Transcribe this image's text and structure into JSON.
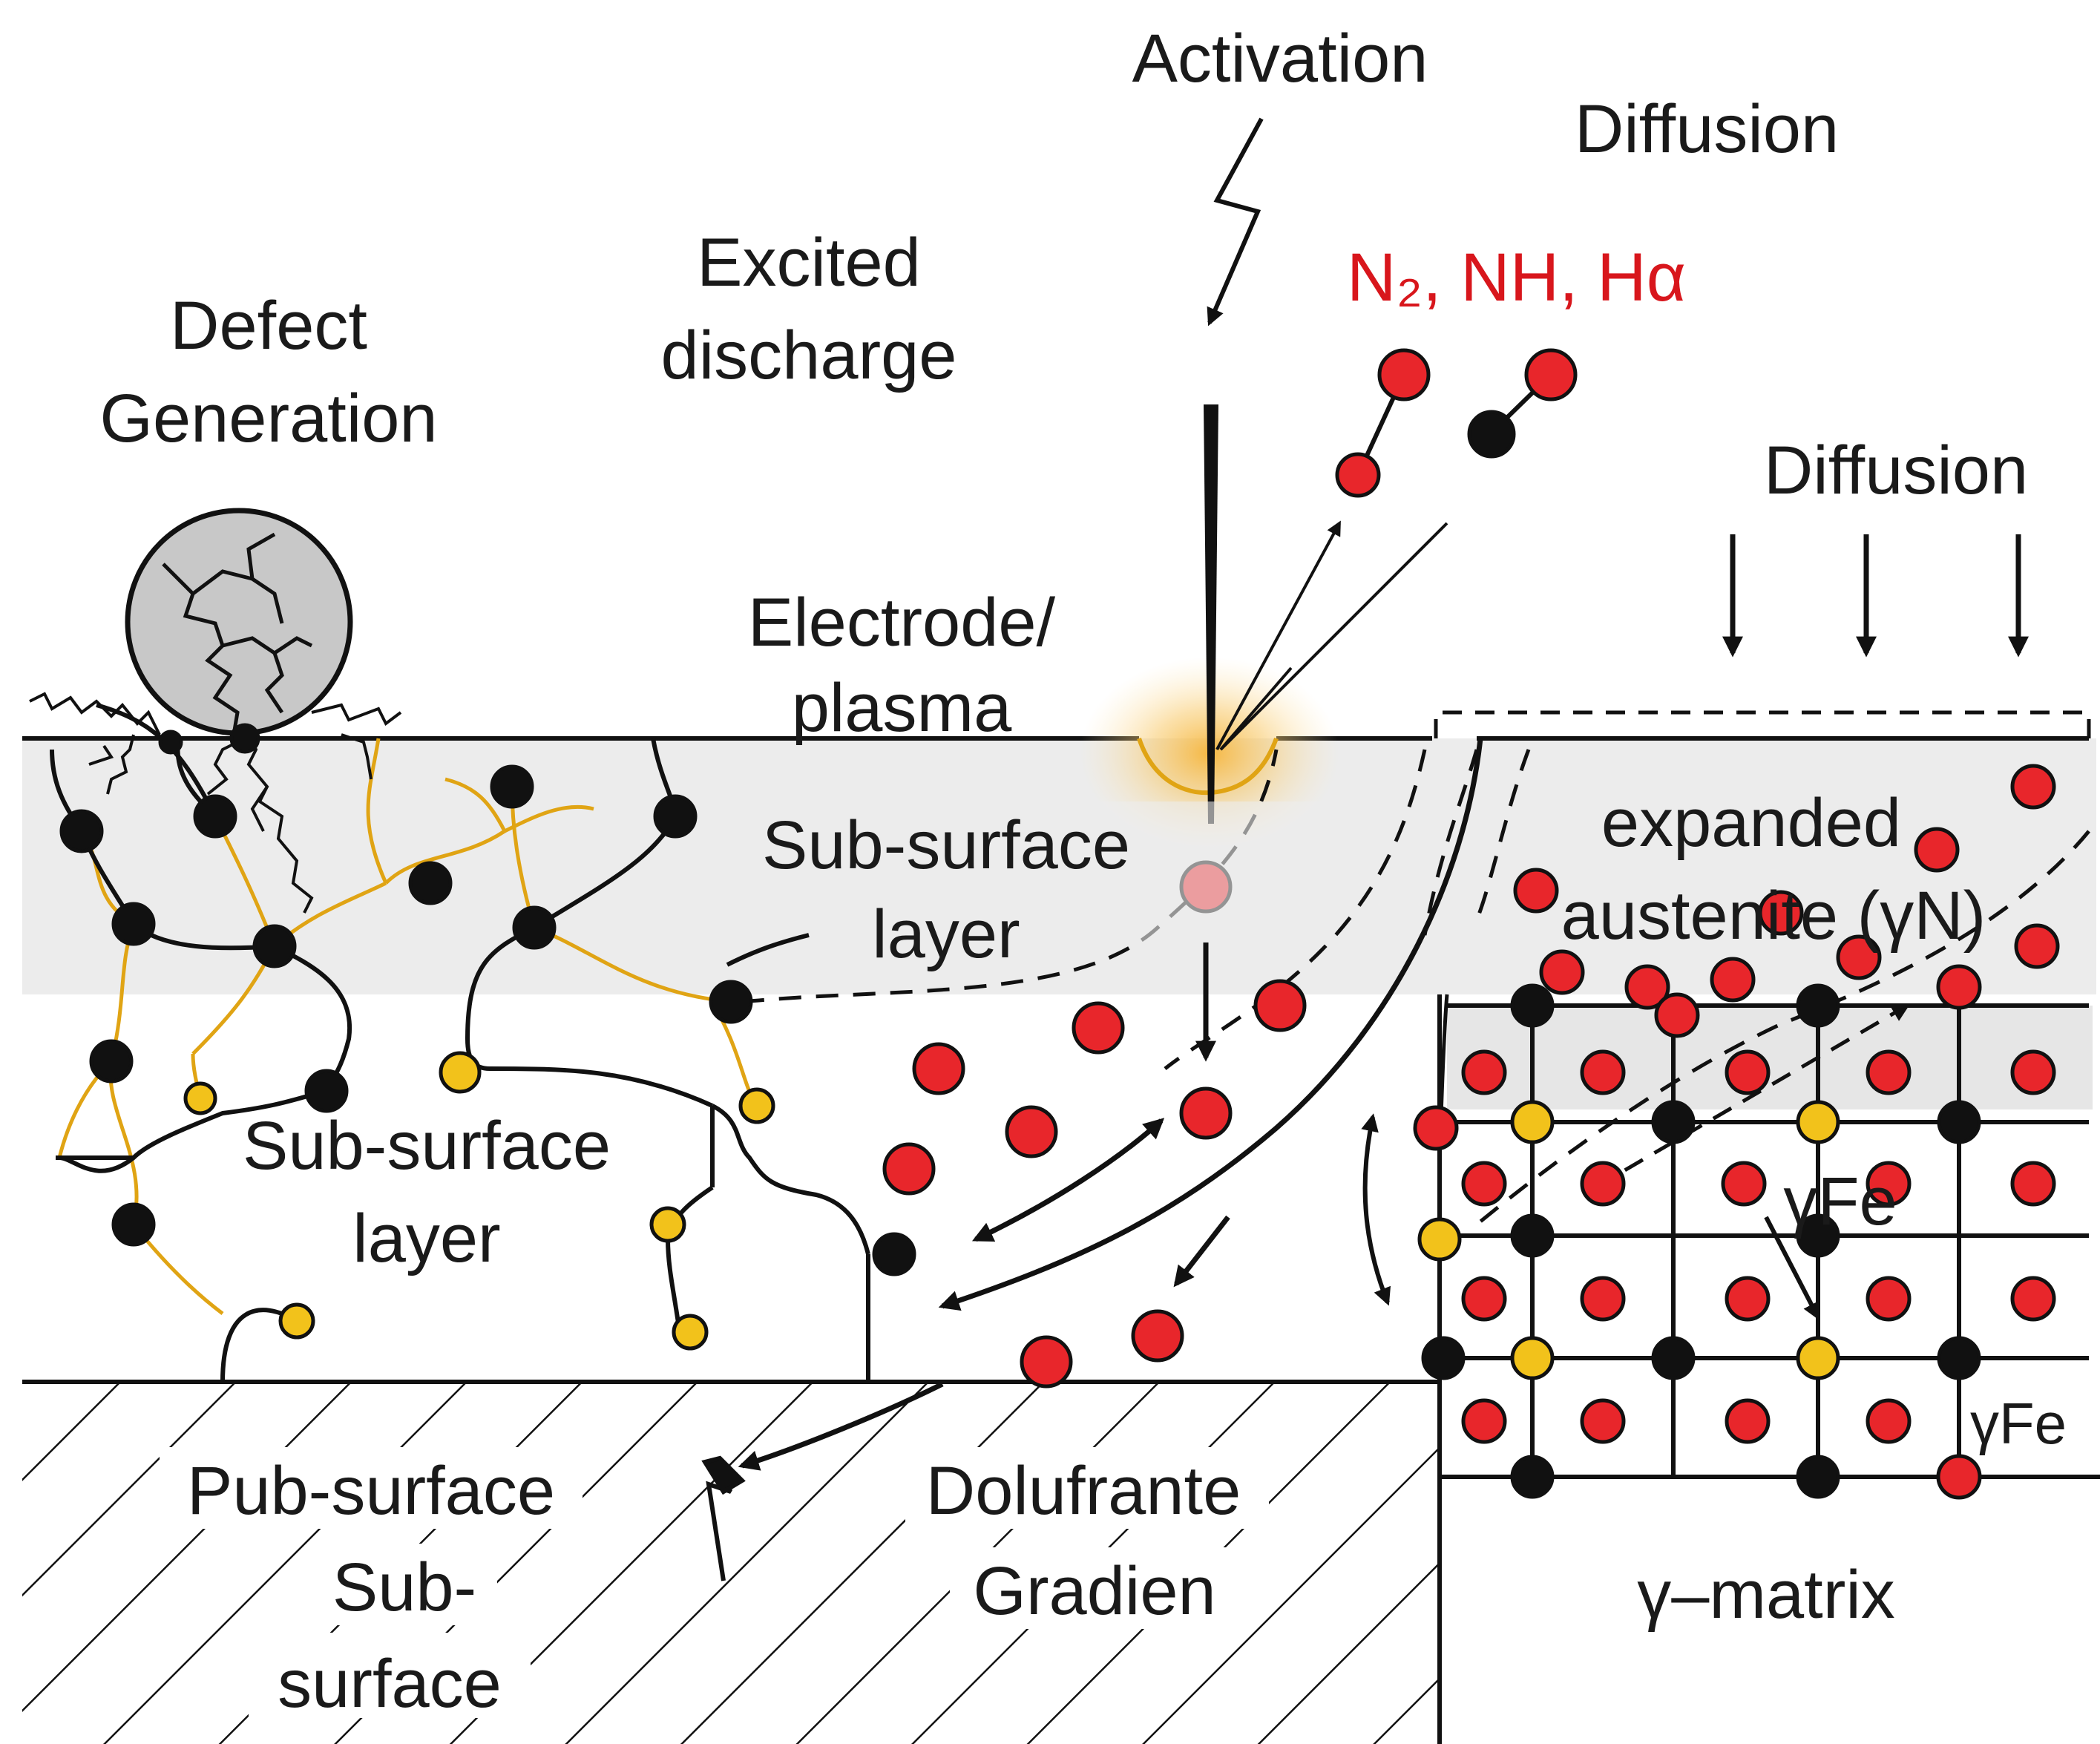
{
  "labels": {
    "activation": "Activation",
    "diffusion_top": "Diffusion",
    "species": "N₂, NH,  Hα",
    "excited_1": "Excited",
    "excited_2": "discharge",
    "defect_1": "Defect",
    "defect_2": "Generation",
    "diffusion_right": "Diffusion",
    "electrode_1": "Electrode/",
    "electrode_2": "plasma",
    "subsurface_top_1": "Sub-surface",
    "subsurface_top_2": "layer",
    "expanded_1": "expanded",
    "expanded_2": "austenite  (γN)",
    "subsurface_mid_1": "Sub-surface",
    "subsurface_mid_2": "layer",
    "gamma_fe_1": "γFe",
    "gamma_fe_2": "γFe",
    "pub_surface": "Pub-surface",
    "sub_1": "Sub-",
    "sub_2": "surface",
    "dolufrante": "Dolufrante",
    "gradien": "Gradien",
    "gamma_matrix": "γ–matrix"
  },
  "colors": {
    "nitrogen_atom": "#e8262b",
    "black_atom": "#111111",
    "yellow_atom": "#f2c21b",
    "grain_boundary": "#e0a414",
    "particle": "#c8c8c8",
    "glow": "#f6b53a",
    "label_red": "#d8161c"
  }
}
